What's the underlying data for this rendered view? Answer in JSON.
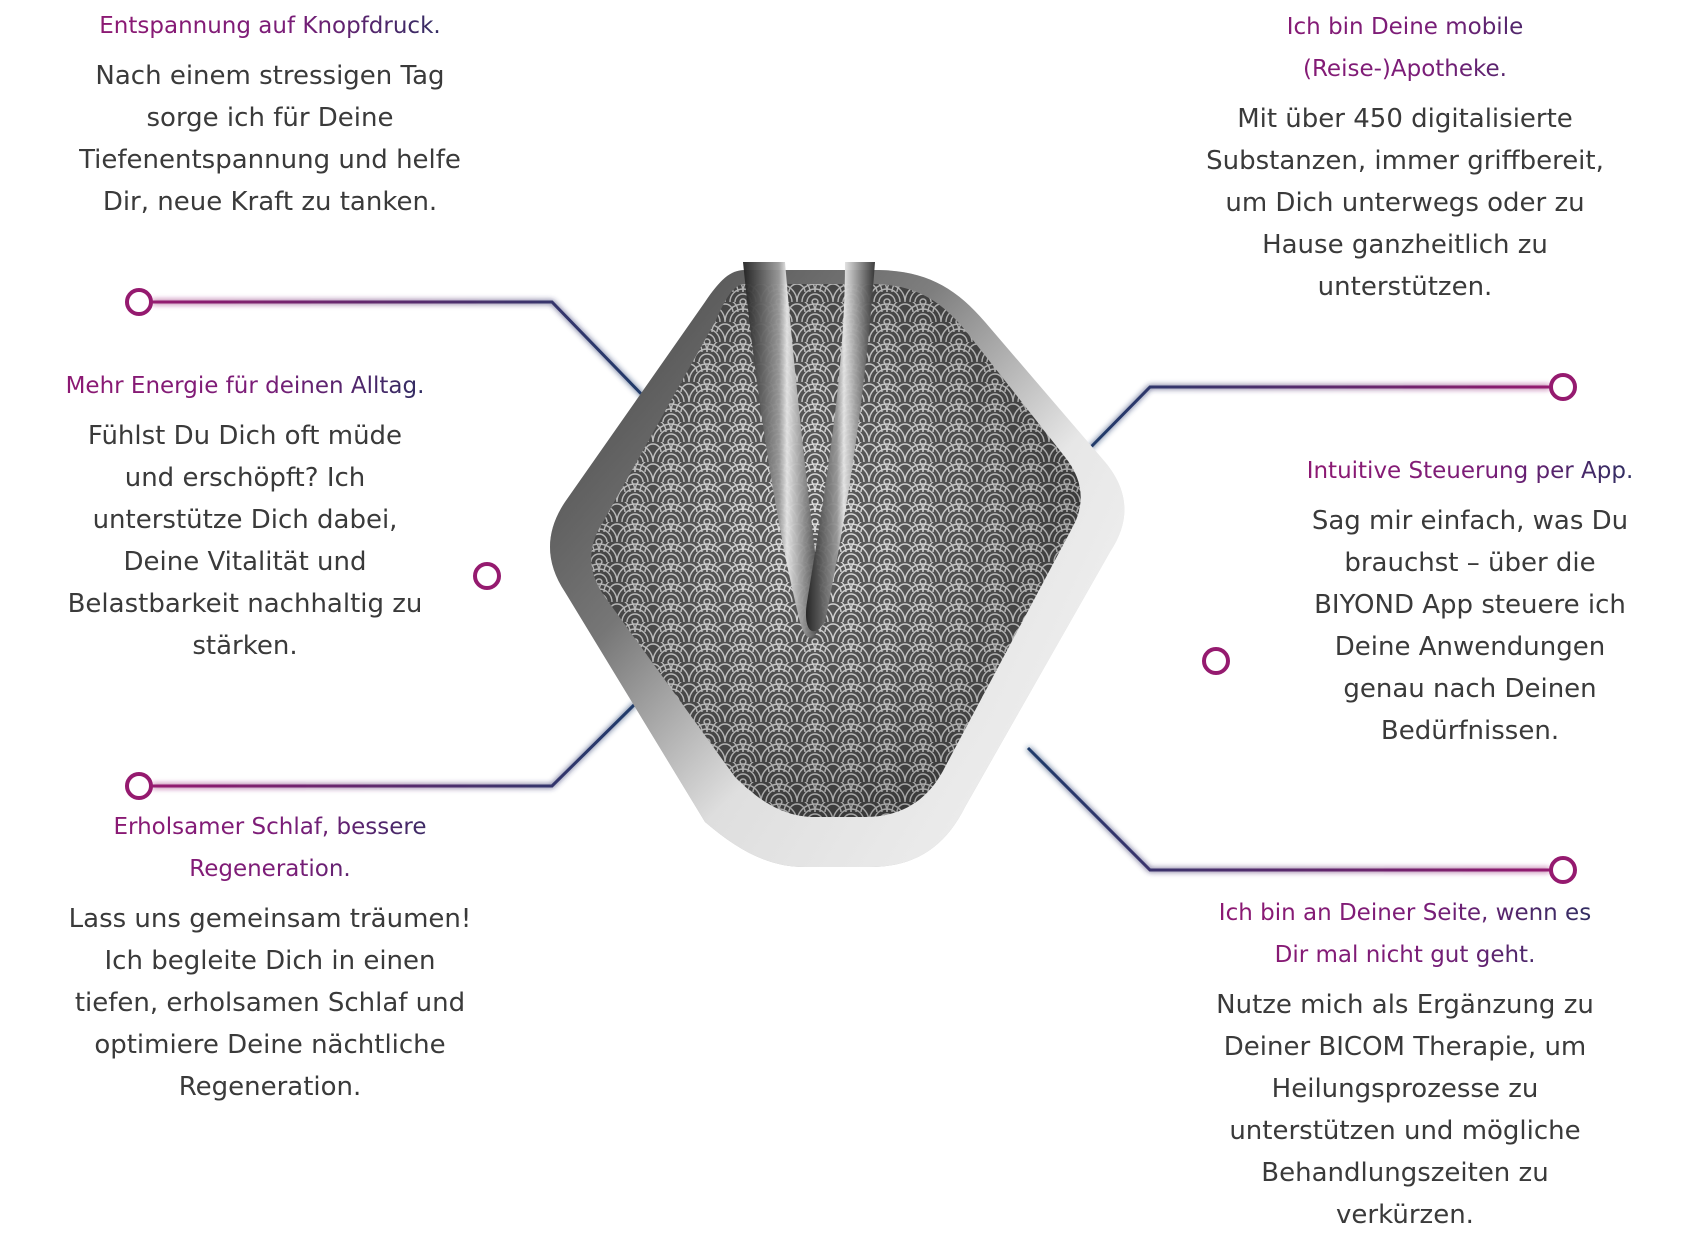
{
  "features": [
    {
      "heading": "Entspannung auf Knopfdruck.",
      "body": "Nach einem stressigen Tag\nsorge ich für Deine\nTiefenentspannung und helfe\nDir, neue Kraft zu tanken."
    },
    {
      "heading": "Mehr Energie für deinen Alltag.",
      "body": "Fühlst Du Dich oft müde\nund erschöpft? Ich\nunterstütze Dich dabei,\nDeine Vitalität und\nBelastbarkeit nachhaltig zu\nstärken."
    },
    {
      "heading": "Erholsamer Schlaf, bessere\nRegeneration.",
      "body": "Lass uns gemeinsam träumen!\nIch begleite Dich in einen\ntiefen, erholsamen Schlaf und\noptimiere Deine nächtliche\nRegeneration."
    },
    {
      "heading": "Ich bin Deine mobile\n(Reise-)Apotheke.",
      "body": "Mit über 450 digitalisierte\nSubstanzen, immer griffbereit,\num Dich unterwegs oder zu\nHause ganzheitlich zu\nunterstützen."
    },
    {
      "heading": "Intuitive Steuerung per App.",
      "body": "Sag mir einfach, was Du\nbrauchst – über die\nBIYOND App steuere ich\nDeine Anwendungen\ngenau nach Deinen\nBedürfnissen."
    },
    {
      "heading": "Ich bin an Deiner Seite, wenn es\nDir mal nicht gut geht.",
      "body": "Nutze mich als Ergänzung zu\nDeiner BICOM Therapie, um\nHeilungsprozesse zu\nunterstützen und mögliche\nBehandlungszeiten zu\nverkürzen."
    }
  ],
  "colors": {
    "accent_magenta": "#951a6f",
    "accent_navy": "#1f3b6b",
    "body_text": "#3a3a3a"
  },
  "icons": [
    "connector-dot-icon",
    "device-image"
  ]
}
